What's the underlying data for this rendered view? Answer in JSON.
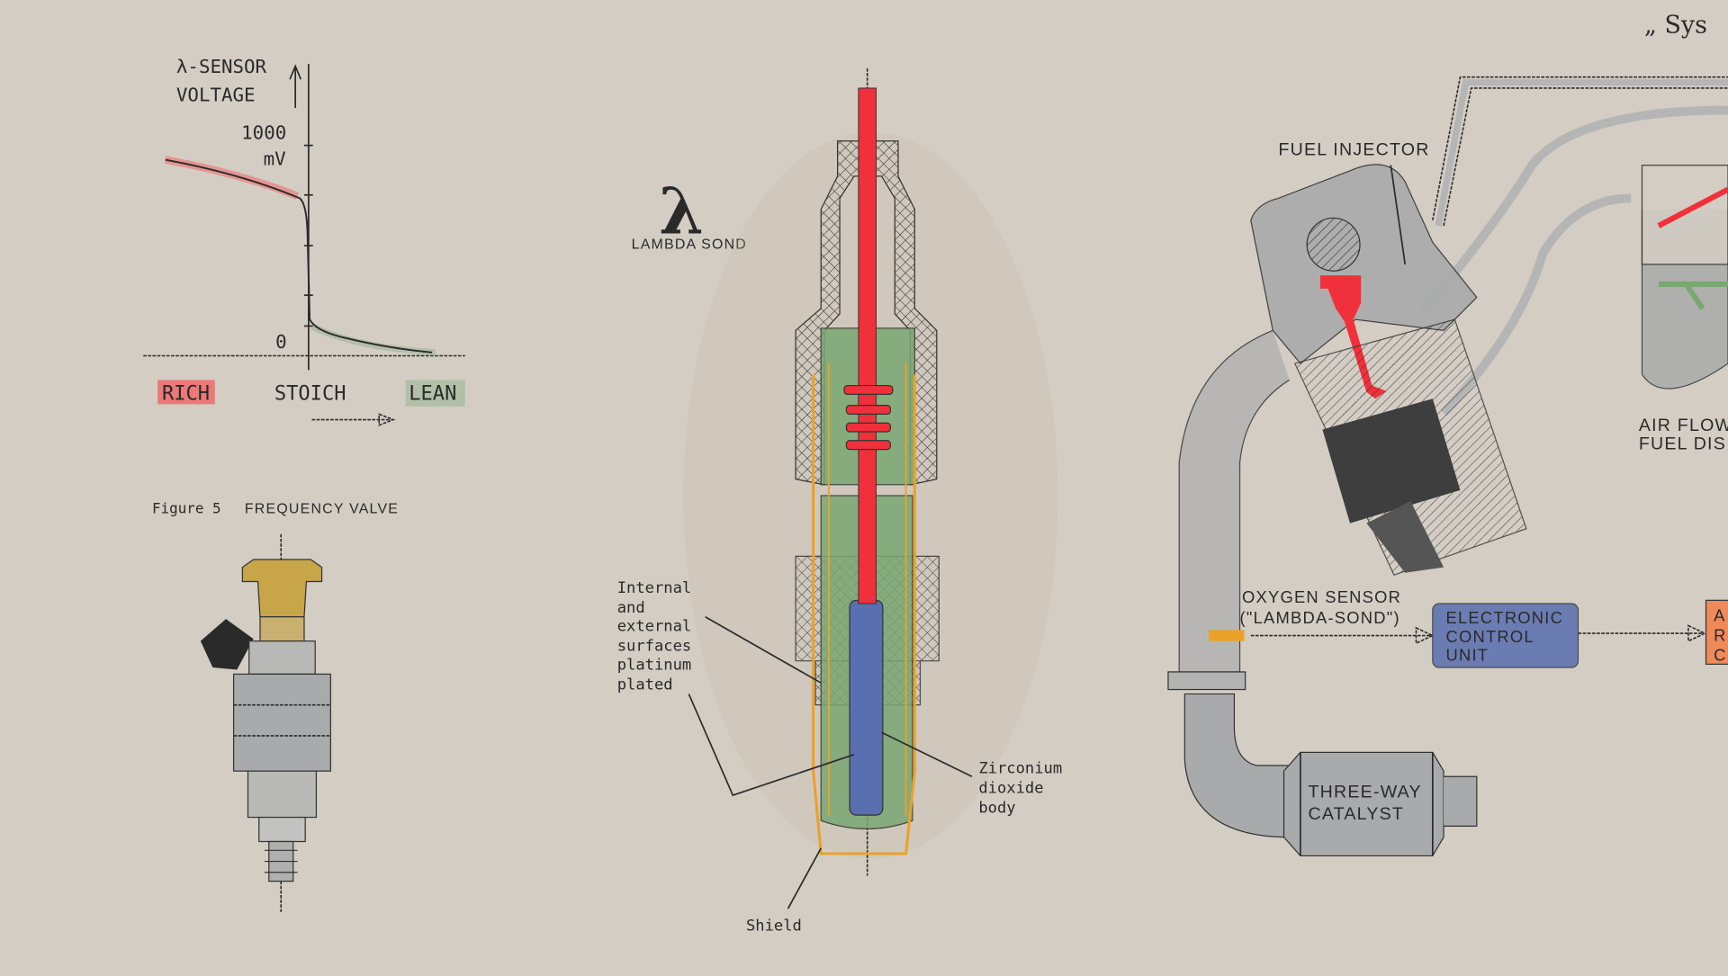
{
  "graph": {
    "ylabel_line1": "λ-SENSOR",
    "ylabel_line2": "VOLTAGE",
    "tick_top": "1000",
    "tick_unit": "mV",
    "tick_zero": "0",
    "x_rich": "RICH",
    "x_stoich": "STOICH",
    "x_lean": "LEAN"
  },
  "figure5": {
    "caption_num": "Figure 5",
    "caption_title": "FREQUENCY VALVE"
  },
  "lambda_logo": {
    "symbol": "λ",
    "label": "LAMBDA SOND"
  },
  "sensor": {
    "callout_platinum": [
      "Internal",
      "and",
      "external",
      "surfaces",
      "platinum",
      "plated"
    ],
    "callout_zirconium": [
      "Zirconium",
      "dioxide",
      "body"
    ],
    "callout_shield": "Shield"
  },
  "system": {
    "corner_title": "„ Sys",
    "fuel_injector": "FUEL INJECTOR",
    "oxygen_sensor_line1": "OXYGEN SENSOR",
    "oxygen_sensor_line2": "(\"LAMBDA-SOND\")",
    "ecu": [
      "ELECTRONIC",
      "CONTROL",
      "UNIT"
    ],
    "catalyst": [
      "THREE-WAY",
      "CATALYST"
    ],
    "air_flow_line1": "AIR FLOW",
    "air_flow_line2": "FUEL DIS",
    "orange_box": [
      "A",
      "R",
      "C"
    ]
  },
  "colors": {
    "paper": "#d3cdc4",
    "red": "#f0303a",
    "green": "#7aa772",
    "blue": "#5a6fb0",
    "orange": "#eaa22a",
    "gray": "#a9aaab",
    "brass": "#c9a54a",
    "salmon": "#ee8a5a"
  }
}
